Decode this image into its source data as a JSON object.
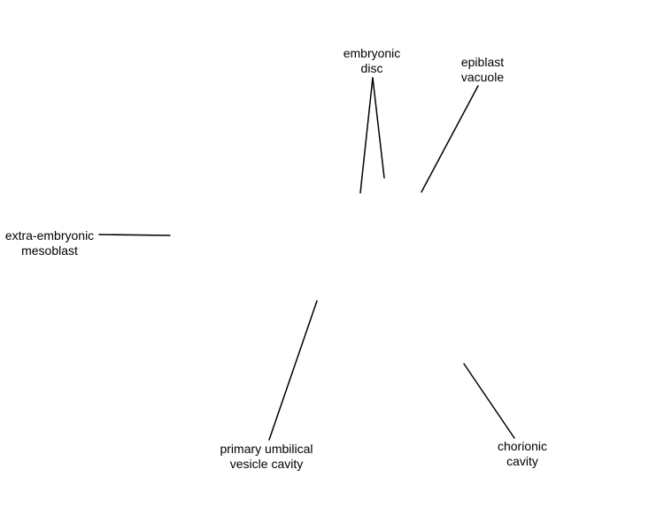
{
  "labels": {
    "embryonic_disc": {
      "line1": "embryonic",
      "line2": "disc"
    },
    "epiblast_vacuole": {
      "line1": "epiblast",
      "line2": "vacuole"
    },
    "extra_embryonic_mesoblast": {
      "line1": "extra-embryonic",
      "line2": "mesoblast"
    },
    "primary_umbilical_vesicle_cavity": {
      "line1": "primary umbilical",
      "line2": "vesicle cavity"
    },
    "chorionic_cavity": {
      "line1": "chorionic",
      "line2": "cavity"
    }
  },
  "colors": {
    "background": "#ffffff",
    "line": "#000000",
    "text": "#000000"
  }
}
